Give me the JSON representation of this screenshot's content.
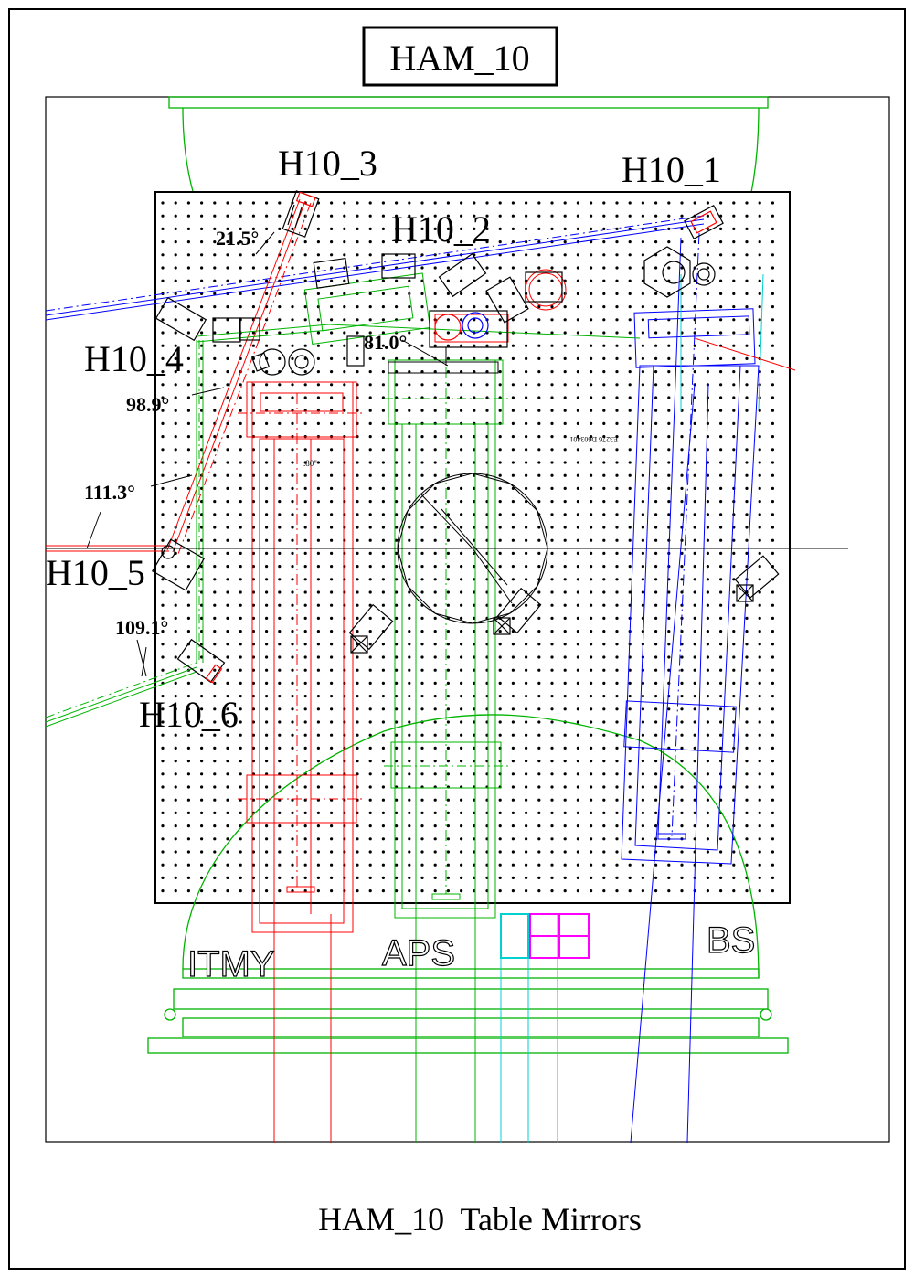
{
  "title": "HAM_10",
  "caption": "HAM_10  Table Mirrors",
  "mirrors": {
    "h10_1": "H10_1",
    "h10_2": "H10_2",
    "h10_3": "H10_3",
    "h10_4": "H10_4",
    "h10_5": "H10_5",
    "h10_6": "H10_6"
  },
  "angles": {
    "a1": "21.5°",
    "a2": "81.0°",
    "a3": "98.9°",
    "a4": "111.3°",
    "a5": "109.1°"
  },
  "stations": {
    "itmy": "ITMY",
    "aps": "APS",
    "bs": "BS"
  },
  "small_notes": {
    "dim": ".80\"",
    "part": "E3276  D603401"
  },
  "colors": {
    "red_path": "#ff0000",
    "green_path": "#00b400",
    "blue_path": "#0000ff",
    "cyan_path": "#00d0d0",
    "magenta_box": "#ff00ff",
    "outline": "#000000"
  }
}
